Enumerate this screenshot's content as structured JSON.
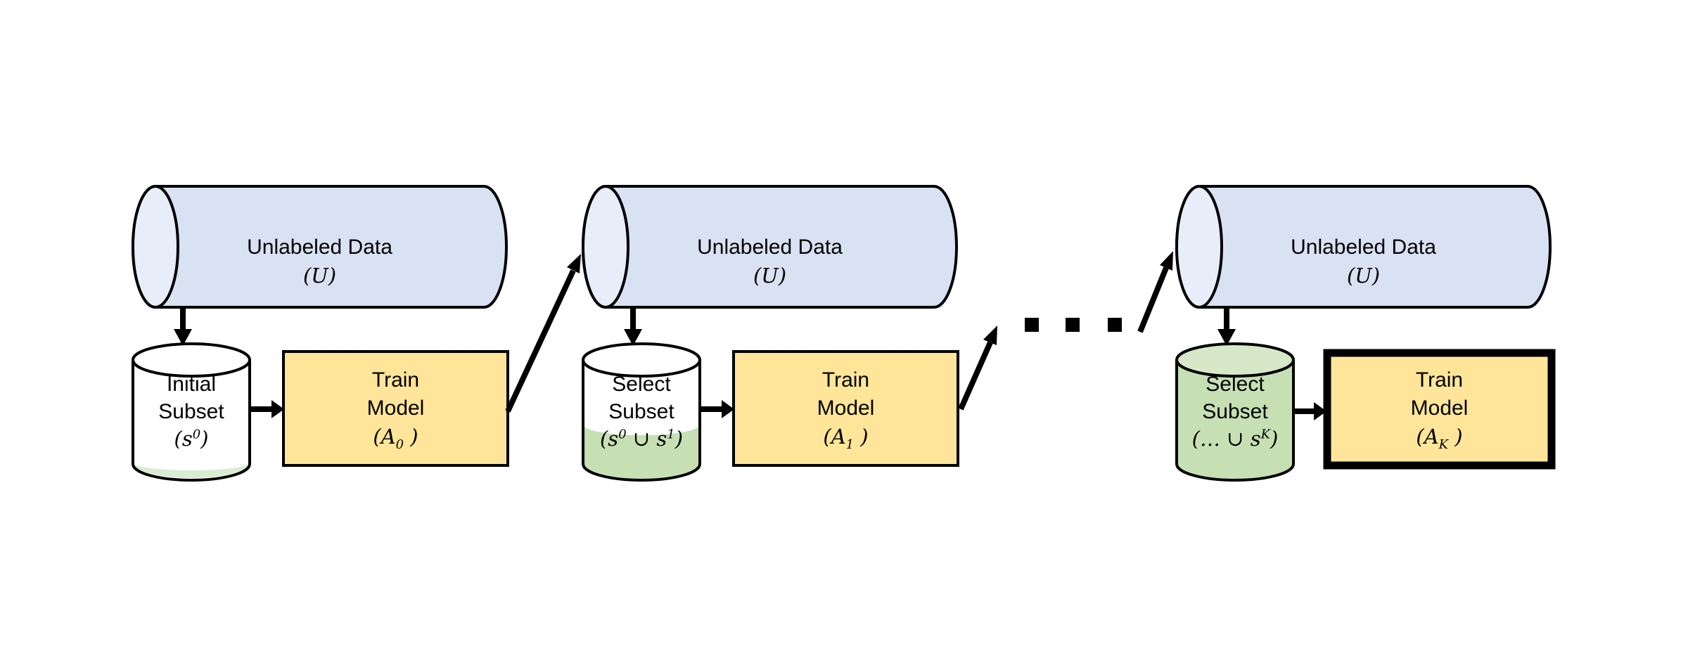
{
  "figure": {
    "description_visible_text_only": true
  },
  "colors": {
    "background": "#ffffff",
    "outline": "#000000",
    "unlabeled_fill": "#d9e2f3",
    "unlabeled_cap_fill": "#e8eef9",
    "train_fill": "#ffe599",
    "subset_green": "#c6e0b4",
    "subset_green_pale": "#d9edd3",
    "subset_top_green": "#d6e8c8",
    "subset_white": "#ffffff"
  },
  "stages": [
    {
      "unlabeled": {
        "title": "Unlabeled Data",
        "symbol": "(U)"
      },
      "subset": {
        "line1": "Initial",
        "line2": "Subset",
        "symbol": "(s^0)"
      },
      "train": {
        "line1": "Train",
        "line2": "Model",
        "symbol": "(A_0 )"
      }
    },
    {
      "unlabeled": {
        "title": "Unlabeled Data",
        "symbol": "(U)"
      },
      "subset": {
        "line1": "Select",
        "line2": "Subset",
        "symbol": "(s^0 ∪ s^1)"
      },
      "train": {
        "line1": "Train",
        "line2": "Model",
        "symbol": "(A_1 )"
      }
    },
    {
      "unlabeled": {
        "title": "Unlabeled Data",
        "symbol": "(U)"
      },
      "subset": {
        "line1": "Select",
        "line2": "Subset",
        "symbol": "(… ∪ s^K)"
      },
      "train": {
        "line1": "Train",
        "line2": "Model",
        "symbol": "(A_K )"
      }
    }
  ],
  "separator": {
    "dot_count": 3
  }
}
